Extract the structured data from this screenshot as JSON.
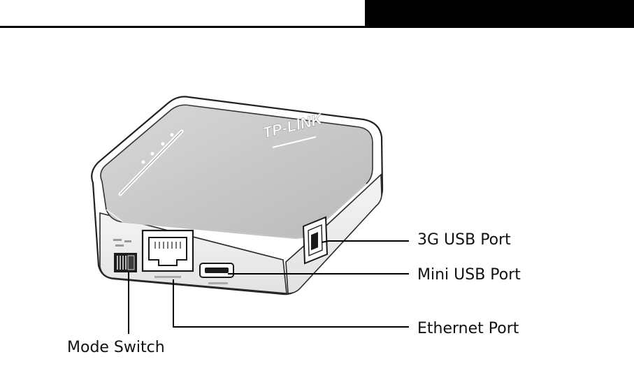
{
  "header": {
    "bar_color": "#000000"
  },
  "device": {
    "brand_logo": "TP-LINK"
  },
  "callouts": {
    "usb_3g": "3G USB Port",
    "mini_usb": "Mini USB Port",
    "ethernet": "Ethernet Port",
    "mode_switch": "Mode Switch"
  }
}
